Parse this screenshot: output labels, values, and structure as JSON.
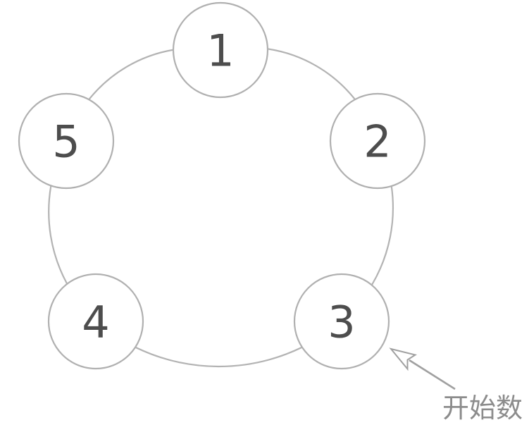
{
  "diagram": {
    "type": "circular-counting-diagram",
    "nodes": [
      {
        "label": "1"
      },
      {
        "label": "2"
      },
      {
        "label": "3"
      },
      {
        "label": "4"
      },
      {
        "label": "5"
      }
    ],
    "annotation": {
      "label": "开始数",
      "points_to_node": "3"
    },
    "colors": {
      "background": "#ffffff",
      "ring_stroke": "#b3b3b3",
      "node_stroke": "#b0b0b0",
      "node_fill": "#ffffff",
      "digit_text": "#4d4d4d",
      "arrow": "#a0a0a0",
      "annotation_text": "#8c8c8c"
    }
  }
}
